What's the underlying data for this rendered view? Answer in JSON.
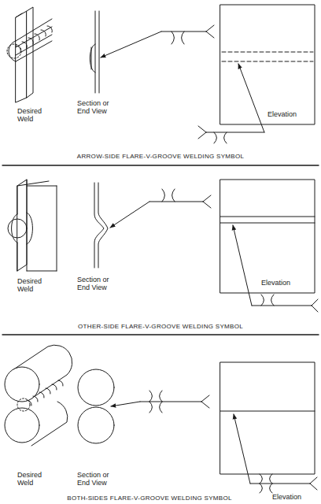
{
  "diagram": {
    "labels": [
      "Desired Weld",
      "Section or End View",
      "Elevation",
      "ARROW-SIDE FLARE-V-GROOVE WELDING SYMBOL",
      "Desired Weld",
      "Section or End View",
      "Elevation",
      "OTHER-SIDE FLARE-V-GROOVE WELDING SYMBOL",
      "Desired Weld",
      "Section or End View",
      "Elevation",
      "BOTH-SIDES FLARE-V-GROOVE WELDING SYMBOL"
    ]
  }
}
